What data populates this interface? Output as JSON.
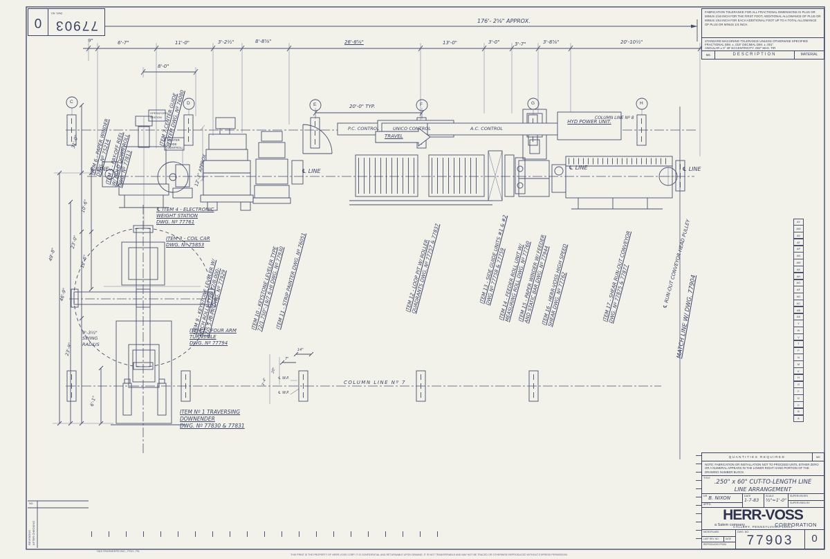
{
  "corner_block": {
    "dwg_no_label": "DWG. NO.",
    "number": "77903",
    "rev": "0"
  },
  "notes": {
    "fabrication": "FABRICATION TOLERANCE FOR ALL FRACTIONAL DIMENSIONS IS PLUS OR MINUS 1/16 INCH FOR THE FIRST FOOT, ADDITIONAL ALLOWANCE OF PLUS OR MINUS 1/64 INCH FOR EACH ADDITIONAL FOOT UP TO A TOTAL ALLOWANCE OF PLUS OR MINUS 1/4 INCH.",
    "machining1": "STANDARD MACHINING TOLERANCE UNLESS OTHERWISE SPECIFIED",
    "machining2": "FRACTIONAL DIM. ± .015\"     DECIMAL DIM. ± .001\"",
    "machining3": "ANGULAR ± 0° 30'     ECCENTRICITY .002\" MAX. TIR",
    "mk": "MK",
    "description": "DESCRIPTION",
    "material": "MATERIAL"
  },
  "dims": {
    "overall": "176'- 2⅝\"  APPROX.",
    "d9in": "9\"",
    "d6_7": "6'-7\"",
    "d11_0": "11'-0\"",
    "d3_2h": "3'-2½\"",
    "d8_8": "8'-8⅝\"",
    "d26_8": "26'-8⅝\"",
    "d13_0": "13'-0\"",
    "d3_0": "3'-0\"",
    "d3_7": "3'-7\"",
    "d3_8": "3'-8⅝\"",
    "d20_10": "20'-10½\"",
    "d8_0": "8'-0\"",
    "d20_0_typ": "20'-0\" TYP.",
    "d12_3": "12'-3\" APPROX.",
    "d31_0": "31'-0\"",
    "d10_6": "10'-6\"",
    "d49_8": "49'-8\"",
    "d46_9": "46'-9\"",
    "d23_0": "23'-0\"",
    "d12_6": "12'-6\"",
    "d23_9": "23'-9\"",
    "d6_1": "6'-1\"",
    "d14in": "14\"",
    "d7in": "7\"",
    "d20in": "20\"",
    "d3_4": "3'-4\""
  },
  "swing": {
    "l1": "9'-3½\"",
    "l2": "SWING",
    "l3": "RADIUS"
  },
  "lines_labels": {
    "cl_line": "℄ LINE",
    "col7": "COLUMN LINE Nº 7",
    "col8": "COLUMN LINE Nº 8",
    "wp": "℄ W.P."
  },
  "columns": {
    "c": "C",
    "d": "D",
    "e": "E",
    "f": "F",
    "g": "G",
    "h": "H"
  },
  "controls": {
    "pc": "P.C. CONTROL",
    "unico": "UNICO CONTROL",
    "ac": "A.C. CONTROL",
    "travel": "TRAVEL",
    "hyd": "HYD POWER UNIT.",
    "ops1": "OPERATORS",
    "ops2": "STATION",
    "cg1": "CENTER",
    "cg2": "GUIDE",
    "cg3": "CONTROL"
  },
  "items": {
    "i6": {
      "l1": "ITEM 6 - PAPER WINDER",
      "l2": "DWG. Nº 75214"
    },
    "i5": {
      "l1": "ITEM 5 - PAY-OFF REEL",
      "l2": "W/ HOLD DOWN ROLL",
      "l3": "DWG. Nº 77813"
    },
    "i7": {
      "l1": "ITEM 7 CENTER GUIDE",
      "l2": "SYSTEM DWG. Nº 76080"
    },
    "i9": {
      "l1": "ITEM 9 - KEYSTONE LEVELER W/",
      "l2": "PINCH ROLLS TYPE 72/8.000-",
      "l3": "17/5  5-HI-PR DWG. Nº 77929"
    },
    "i10": {
      "l1": "ITEM 10 - KEYSTONE LEVELER TYPE",
      "l2": "72/1.750\"-19/7  6-HI DWG. Nº 77930"
    },
    "i11": {
      "l1": "ITEM 11 - STRIP PAINTER DWG. Nº 76051"
    },
    "i12": {
      "l1": "ITEM 12 - LOOP PIT W/ ROLLER",
      "l2": "QUADRANTS  DWG. Nº 77757 & 77837"
    },
    "i13": {
      "l1": "ITEM 13 - SIDE GUIDE UNITS #1 & #2",
      "l2": "DWG Nº 77758 & 77759"
    },
    "i14": {
      "l1": "ITEM 14 - FEEDER ROLL UNIT W/",
      "l2": "MEASURING ROLL  DWG. Nº 77760"
    },
    "i15": {
      "l1": "ITEM 15 - PAPER WINDER W/ FEEDER",
      "l2": "AND STATIC BAR  DWG. Nº 77944"
    },
    "i16": {
      "l1": "ITEM 16 - HERR-VOSS HIGH SPEED",
      "l2": "SHEAR  DWG. Nº 77762"
    },
    "i17": {
      "l1": "ITEM 17 - SHEAR RUN-OUT CONVEYOR",
      "l2": "DWG. Nº 77875 & 77877"
    },
    "head_pulley": "℄ RUN-OUT CONVEYOR HEAD PULLEY",
    "match_line": "MATCH LINE W/ DWG. 77904",
    "i4": {
      "l1": "℄ ITEM 4 - ELECTRONIC",
      "l2": "WEIGHT STATION",
      "l3": "DWG. Nº 77761"
    },
    "i3": {
      "l1": "ITEM 3 - COIL CAR",
      "l2": "DWG. Nº 75853"
    },
    "i2": {
      "l1": "ITEM 2 - FOUR ARM",
      "l2": "TURNSTILE",
      "l3": "DWG. Nº 77794"
    },
    "i1": {
      "l1": "ITEM Nº 1 TRAVERSING",
      "l2": "DOWNENDER",
      "l3": "DWG. Nº 77830 & 77831"
    }
  },
  "title_block": {
    "quantities": "QUANTITIES REQUIRED",
    "mk": "MK",
    "note": "NOTE:  FABRICATION OR INSTALLATION NOT TO PROCEED UNTIL EITHER ZERO OR A NUMERAL APPEARS IN THE LOWER RIGHT HAND PORTION OF THE DRAWING NUMBER BLOCK.",
    "title_label": "TITLE",
    "title1": ".250\" x 60\"  CUT-TO-LENGTH  LINE",
    "title2": "LINE  ARRANGEMENT",
    "dr_label": "DR.",
    "dr": "B. NIXON",
    "appd_label": "APP'D.",
    "date_label": "DATE",
    "date": "1-7-83",
    "scale_label": "SCALE",
    "scale": "½\"=1'-0\"",
    "supervisors": "SUPERVISORS",
    "supervised_by": "SUPERVISED BY",
    "logo": "HERR-VOSS",
    "logo_sub1": "a Salem company",
    "logo_sub2": "CORPORATION",
    "address": "CALLERY, PENNSYLVANIA 16024",
    "microfilmed": "MICROFILMED",
    "last_rev": "LAST REV. NO.",
    "date2": "DATE",
    "reproduced": "REPRODUCED FROM",
    "dwg_no_label": "DWG. NO.",
    "number": "77903",
    "rev": "0"
  },
  "margins": {
    "revisions1": "REVISIONS",
    "revisions2": "AFTER CHECKING",
    "no": "NO.",
    "bottom_left_print": "H&S ENGINEERS INC., PGH., PA.",
    "bottom_print": "THIS PRINT IS THE PROPERTY OF HERR-VOSS CORP.   IT IS CONFIDENTIAL AND RETURNABLE UPON DEMAND.   IT IS NOT TRANSFERABLE AND MAY NOT BE TRACED OR OTHERWISE REPRODUCED WITHOUT EXPRESS PERMISSION."
  },
  "zone_letters": [
    "AY",
    "AW",
    "AV",
    "AT",
    "AP",
    "AN",
    "AM",
    "AK",
    "AH",
    "AG",
    "AF",
    "AD",
    "AC",
    "AB",
    "AA",
    "Y",
    "W",
    "V",
    "T",
    "P",
    "N",
    "M",
    "K",
    "H",
    "G",
    "F",
    "D",
    "C",
    "B",
    "A"
  ]
}
